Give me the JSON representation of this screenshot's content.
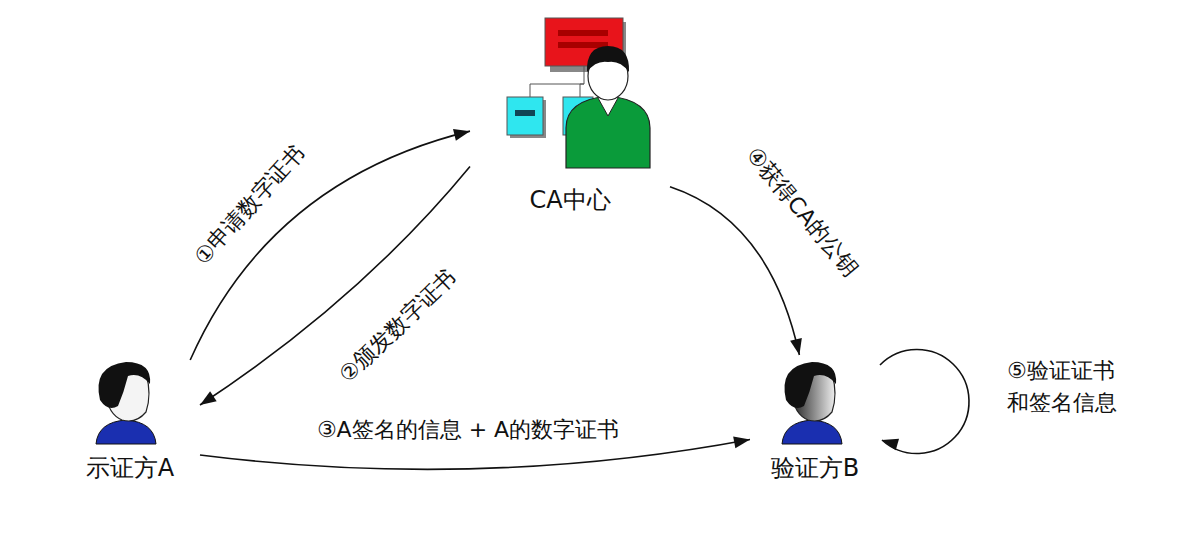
{
  "diagram": {
    "nodes": [
      {
        "text": [
          "CA中心"
        ]
      },
      {
        "text": [
          "示证方A"
        ]
      },
      {
        "text": [
          "验证方B"
        ]
      }
    ],
    "edges": [
      {
        "from": 1,
        "to": 0,
        "label": "①申请数字证书",
        "arrow": "to"
      },
      {
        "from": 0,
        "to": 1,
        "label": "②颁发数字证书",
        "arrow": "to"
      },
      {
        "from": 1,
        "to": 2,
        "label": "③A签名的信息 + A的数字证书",
        "arrow": "to"
      },
      {
        "from": 0,
        "to": 2,
        "label": "④获得CA的公钥",
        "arrow": "to"
      },
      {
        "from": 2,
        "to": 2,
        "label": "⑤验证证书 和签名信息",
        "arrow": "to"
      }
    ]
  }
}
